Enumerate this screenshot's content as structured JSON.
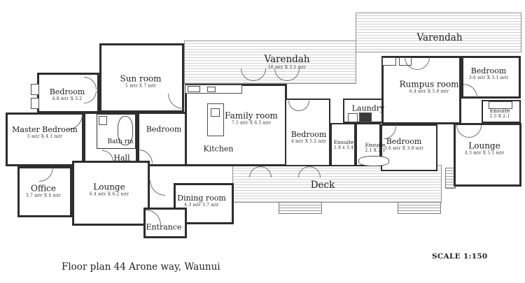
{
  "page": {
    "caption": "Floor plan 44 Arone way, Waunui",
    "scale_label": "SCALE 1:150"
  },
  "rooms": {
    "varendah_main": {
      "label": "Varendah",
      "dims": "16 mtr X 3.1 mtr"
    },
    "varendah_right": {
      "label": "Varendah"
    },
    "sun_room": {
      "label": "Sun room",
      "dims": "5 mtr X 7 mtr"
    },
    "bedroom_nw": {
      "label": "Bedroom",
      "dims": "4.8 mtr X 3.2"
    },
    "master_bedroom": {
      "label": "Master Bedroom",
      "dims": "5 mtr X 4.1 mtr"
    },
    "bath_rm": {
      "label": "Bath rm"
    },
    "hall": {
      "label": "Hall"
    },
    "bedroom_mid": {
      "label": "Bedroom"
    },
    "family_room": {
      "label": "Family room",
      "dims": "7.5 mtr X 6.5 mtr"
    },
    "kitchen": {
      "label": "Kitchen"
    },
    "bedroom_center": {
      "label": "Bedroom",
      "dims": "4 mtr X 5.2 mtr"
    },
    "laundry": {
      "label": "Laundry"
    },
    "ensuite_a": {
      "label": "Ensuite",
      "dims": "1.8 x 3.4"
    },
    "ensuite_b": {
      "label": "Ensuite",
      "dims": "2.1 X 2.1"
    },
    "bedroom_se": {
      "label": "Bedroom",
      "dims": "3.6 mtr X 3.9 mtr"
    },
    "rumpus_room": {
      "label": "Rumpus room",
      "dims": "6.4 mtr X 5.8 mtr"
    },
    "bedroom_ne": {
      "label": "Bedroom",
      "dims": "3.6 mtr X 3.1 mtr"
    },
    "ensuite_ne": {
      "label": "Ensuite",
      "dims": "2.5 X 2.1"
    },
    "lounge_right": {
      "label": "Lounge",
      "dims": "4.3 mtr X 5.1 mtr"
    },
    "office": {
      "label": "Office",
      "dims": "3.7 mtr X 4 mtr"
    },
    "lounge_left": {
      "label": "Lounge",
      "dims": "6.4 mtr X 6.2 mtr"
    },
    "dining_room": {
      "label": "Dining room",
      "dims": "4.3 mtr 3.7 mtr"
    },
    "entrance": {
      "label": "Entrance"
    },
    "deck": {
      "label": "Deck"
    }
  },
  "colors": {
    "wall": "#2e2e2e",
    "hatch_line": "#cfcfcf",
    "text": "#1c1c1c"
  }
}
